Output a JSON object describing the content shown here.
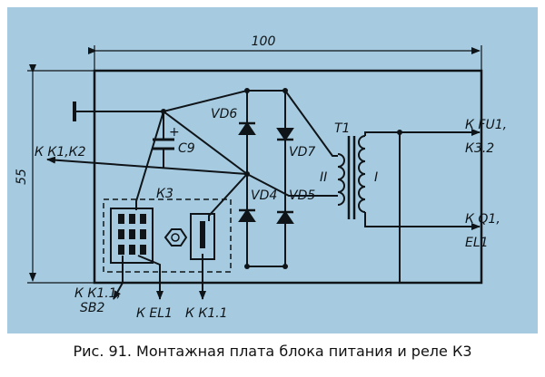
{
  "colors": {
    "background": "#a6cbe0",
    "ink": "#0f1418"
  },
  "dimensions": {
    "width": "100",
    "height": "55"
  },
  "labels": {
    "k_fu1": "К FU1,",
    "k3_2": "К3.2",
    "k_q1": "К Q1,",
    "el1_right": "EL1",
    "k_k1k2": "К К1,К2",
    "k3": "К3",
    "c9": "С9",
    "c9_plus": "+",
    "vd6": "VD6",
    "vd7": "VD7",
    "vd4": "VD4",
    "vd5": "VD5",
    "t1": "Т1",
    "winding_ii": "II",
    "winding_i": "I",
    "k_k1_1_sb2_a": "К К1.1,",
    "k_k1_1_sb2_b": "SB2",
    "k_el1": "К EL1",
    "k_k1_1": "К К1.1"
  },
  "caption": "Рис. 91. Монтажная плата блока питания и реле К3"
}
